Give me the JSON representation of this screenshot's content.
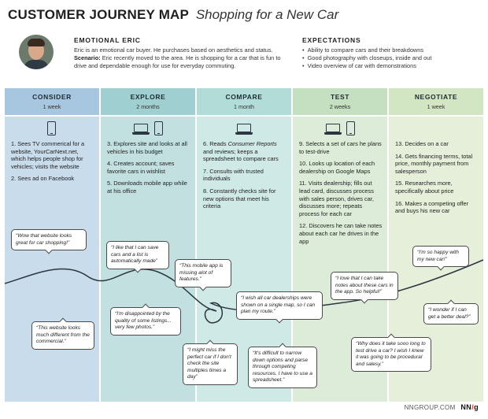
{
  "title": {
    "main": "CUSTOMER JOURNEY MAP",
    "sub": "Shopping for a New Car"
  },
  "persona": {
    "name": "EMOTIONAL ERIC",
    "description": "Eric is an emotional car buyer. He purchases based on aesthetics and status.",
    "scenario_label": "Scenario:",
    "scenario": " Eric recently moved to the area. He is shopping for a car that is fun to drive and dependable enough for use for everyday commuting."
  },
  "expectations": {
    "heading": "EXPECTATIONS",
    "items": [
      "Ability to compare cars and their breakdowns",
      "Good photography with closeups, inside and out",
      "Video overview of car with demonstrations"
    ]
  },
  "phases": [
    {
      "name": "CONSIDER",
      "duration": "1 week",
      "devices": [
        "phone-icon"
      ],
      "steps": [
        "1. Sees TV commerical for a website, YourCarNext.net, which helps people shop for vehicles; visits the website",
        "2. Sees ad on Facebook"
      ]
    },
    {
      "name": "EXPLORE",
      "duration": "2 months",
      "devices": [
        "laptop-icon",
        "phone-icon"
      ],
      "steps": [
        "3. Explores site and looks at all vehicles in his budget",
        "4. Creates account; saves favorite cars in wishlist",
        "5. Downloads mobile app while at his office"
      ]
    },
    {
      "name": "COMPARE",
      "duration": "1 month",
      "devices": [
        "laptop-icon"
      ],
      "steps": [
        "6. Reads Consumer Reports and reviews; keeps a spreadsheet to compare cars",
        "7. Consults with trusted individuals",
        "8. Constantly checks site for new options that meet his criteria"
      ]
    },
    {
      "name": "TEST",
      "duration": "2 weeks",
      "devices": [
        "laptop-icon",
        "phone-icon"
      ],
      "steps": [
        "9. Selects a set of cars he plans to test-drive",
        "10. Looks up location of each dealership on Google Maps",
        "11. Visits dealership; fills out lead card, discusses process with sales person, drives car, discusses more; repeats process for each car",
        "12. Discovers he can take notes about each car he drives in the app"
      ]
    },
    {
      "name": "NEGOTIATE",
      "duration": "1 week",
      "devices": [],
      "steps": [
        "13. Decides on a car",
        "14. Gets financing terms, total price, monthly payment from salesperson",
        "15. Researches more, specifically about price",
        "16. Makes a competing offer and buys his new car"
      ]
    }
  ],
  "quotes": [
    "“Wow that website looks great for car shopping!”",
    "“This website looks much different from the commercial.”",
    "“I like that I can save cars and a list is automatically made”",
    "“I'm disappointed by the quality of some listings... very few photos.”",
    "“This mobile app is missing alot of features.”",
    "“I might miss the perfect car if I don't check the site multiples times a day”",
    "“I wish all car dealerships were shown on a single map, so I can plan my route.”",
    "“It's difficult to narrow down options and parse through competing resources. I have to use a spreadsheet.”",
    "“I love that I can take notes about these cars in the app. So helpful!”",
    "“Why does it take sooo long to test drive a car? I wish I knew it was going to be procedural and salesy.”",
    "“I'm so happy with my new car!”",
    "“I wonder if I can get a better deal?”"
  ],
  "footer": {
    "site": "NNGROUP.COM",
    "logo_n1": "NN",
    "logo_slash": "/",
    "logo_g": "g"
  },
  "colors": {
    "consider": "#c9dceb",
    "explore": "#c3e0e0",
    "compare": "#cfe9e6",
    "test": "#dcecd8",
    "negotiate": "#e6efd9",
    "curve": "#2b3640",
    "logo_accent": "#d23a2b"
  }
}
